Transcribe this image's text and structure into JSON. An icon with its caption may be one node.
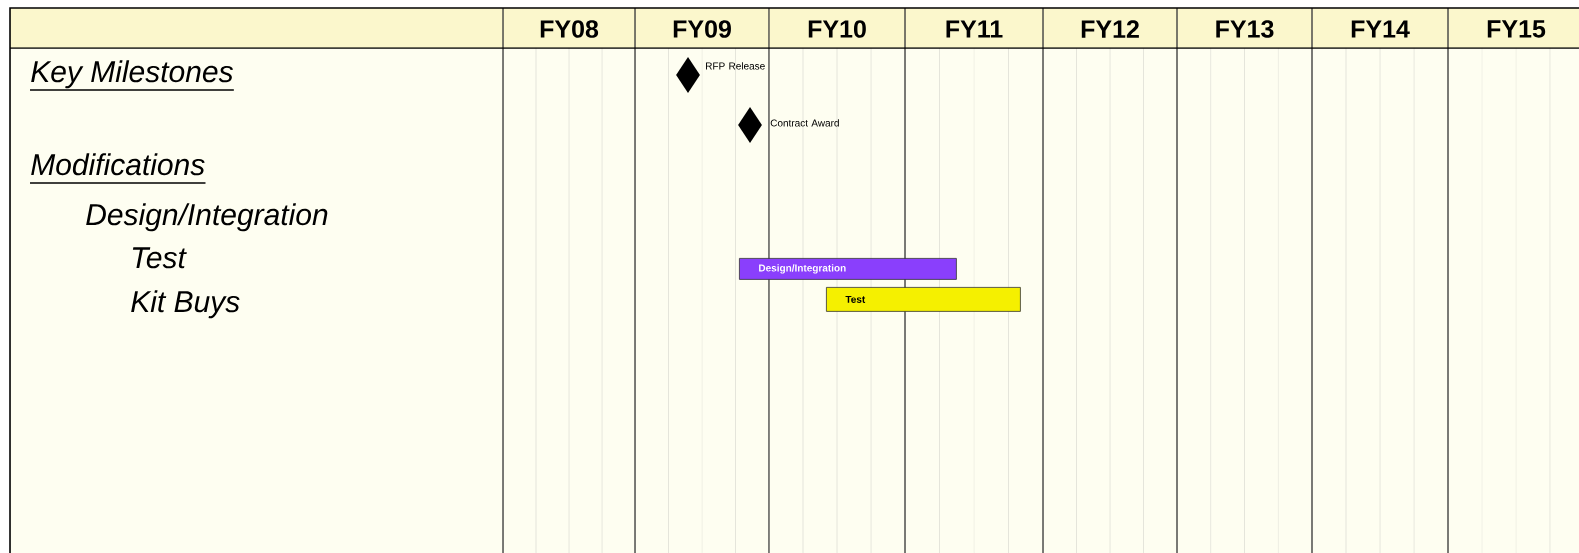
{
  "diagram": {
    "nodes": [
      {
        "text": [],
        "shape": "diamond",
        "beside": [
          "RFP Release"
        ]
      },
      {
        "text": [],
        "shape": "diamond",
        "beside": [
          "Contract Award"
        ]
      },
      {
        "text": [
          "Design/Integration"
        ]
      },
      {
        "text": [
          "Test"
        ]
      }
    ],
    "labels": [
      "FY08",
      "FY09",
      "FY10",
      "FY11",
      "FY12",
      "FY13",
      "FY14",
      "FY15",
      "Key Milestones",
      "Modifications",
      "Design/Integration",
      "Test",
      "Kit Buys"
    ]
  }
}
